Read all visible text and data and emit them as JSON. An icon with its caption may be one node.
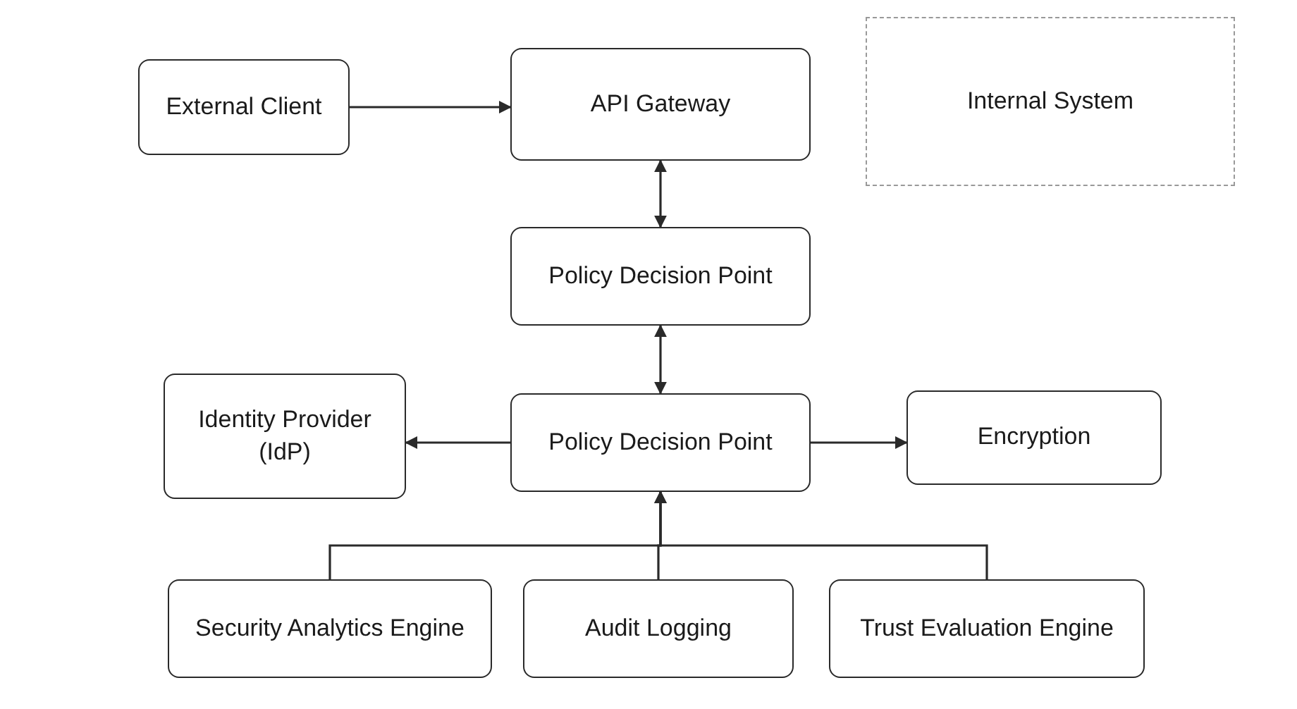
{
  "diagram": {
    "nodes": [
      {
        "text": [
          "External Client"
        ]
      },
      {
        "text": [
          "API Gateway"
        ]
      },
      {
        "text": [
          "Internal System"
        ]
      },
      {
        "text": [
          "Policy Decision Point"
        ]
      },
      {
        "text": [
          "Identity Provider (IdP)"
        ]
      },
      {
        "text": [
          "Policy Decision Point"
        ]
      },
      {
        "text": [
          "Encryption"
        ]
      },
      {
        "text": [
          "Security Analytics Engine"
        ]
      },
      {
        "text": [
          "Audit Logging"
        ]
      },
      {
        "text": [
          "Trust Evaluation Engine"
        ]
      }
    ],
    "edges": [
      {
        "from": 0,
        "to": 1,
        "arrow": "to"
      },
      {
        "from": 1,
        "to": 3,
        "arrow": "both"
      },
      {
        "from": 3,
        "to": 5,
        "arrow": "both"
      },
      {
        "from": 5,
        "to": 4,
        "arrow": "to"
      },
      {
        "from": 5,
        "to": 6,
        "arrow": "to"
      },
      {
        "from": 7,
        "to": 5,
        "arrow": "to"
      },
      {
        "from": 8,
        "to": 5,
        "arrow": "to"
      },
      {
        "from": 9,
        "to": 5,
        "arrow": "to"
      }
    ]
  }
}
